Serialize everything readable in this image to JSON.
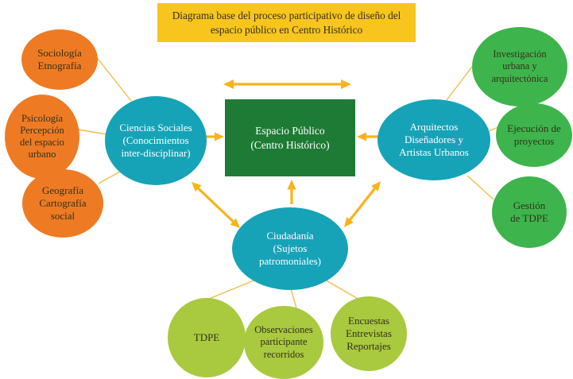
{
  "title": "Diagrama base del proceso participativo de diseño del espacio público en Centro Histórico",
  "center": {
    "label": "Espacio Público\n(Centro Histórico)"
  },
  "hubs": {
    "ciencias": {
      "label": "Ciencias Sociales\n(Conocimientos\ninter-disciplinar)"
    },
    "arquitectos": {
      "label": "Arquitectos\nDiseñadores y\nArtistas Urbanos"
    },
    "ciudadania": {
      "label": "Ciudadanía\n(Sujetos\npatromoniales)"
    }
  },
  "satellites": {
    "sociologia": {
      "label": "Sociología\nEtnografía"
    },
    "psicologia": {
      "label": "Psicología\nPercepción\ndel espacio\nurbano"
    },
    "geografia": {
      "label": "Geografía\nCartografía\nsocial"
    },
    "investigacion": {
      "label": "Investigación\nurbana y\narquitectónica"
    },
    "ejecucion": {
      "label": "Ejecución de\nproyectos"
    },
    "gestion": {
      "label": "Gestión\nde TDPE"
    },
    "tdpe": {
      "label": "TDPE"
    },
    "observaciones": {
      "label": "Observaciones\nparticipante\nrecorridos"
    },
    "encuestas": {
      "label": "Encuestas\nEntrevistas\nReportajes"
    }
  },
  "edges": [
    {
      "from": "Ciencias Sociales",
      "to": "Espacio Público",
      "type": "arrow"
    },
    {
      "from": "Arquitectos Diseñadores y Artistas Urbanos",
      "to": "Espacio Público",
      "type": "arrow"
    },
    {
      "from": "Ciudadanía",
      "to": "Espacio Público",
      "type": "arrow"
    },
    {
      "from": "Ciencias Sociales",
      "to": "Arquitectos Diseñadores y Artistas Urbanos",
      "type": "double-arrow"
    },
    {
      "from": "Ciencias Sociales",
      "to": "Ciudadanía",
      "type": "double-arrow"
    },
    {
      "from": "Arquitectos Diseñadores y Artistas Urbanos",
      "to": "Ciudadanía",
      "type": "double-arrow"
    },
    {
      "from": "Sociología Etnografía",
      "to": "Ciencias Sociales",
      "type": "line"
    },
    {
      "from": "Psicología Percepción del espacio urbano",
      "to": "Ciencias Sociales",
      "type": "line"
    },
    {
      "from": "Geografía Cartografía social",
      "to": "Ciencias Sociales",
      "type": "line"
    },
    {
      "from": "Investigación urbana y arquitectónica",
      "to": "Arquitectos Diseñadores y Artistas Urbanos",
      "type": "line"
    },
    {
      "from": "Ejecución de proyectos",
      "to": "Arquitectos Diseñadores y Artistas Urbanos",
      "type": "line"
    },
    {
      "from": "Gestión de TDPE",
      "to": "Arquitectos Diseñadores y Artistas Urbanos",
      "type": "line"
    },
    {
      "from": "TDPE",
      "to": "Ciudadanía",
      "type": "line"
    },
    {
      "from": "Observaciones participante recorridos",
      "to": "Ciudadanía",
      "type": "line"
    },
    {
      "from": "Encuestas Entrevistas Reportajes",
      "to": "Ciudadanía",
      "type": "line"
    }
  ],
  "colors": {
    "title_bg": "#f7c51d",
    "orange": "#ee7b23",
    "teal": "#16a3b7",
    "center_green": "#1e7b35",
    "green": "#3db54c",
    "lime": "#a9c93e",
    "arrow": "#f9b31b",
    "thin_line": "#efbe4b",
    "dark_text": "#35301d",
    "light_text": "#ffffff"
  }
}
